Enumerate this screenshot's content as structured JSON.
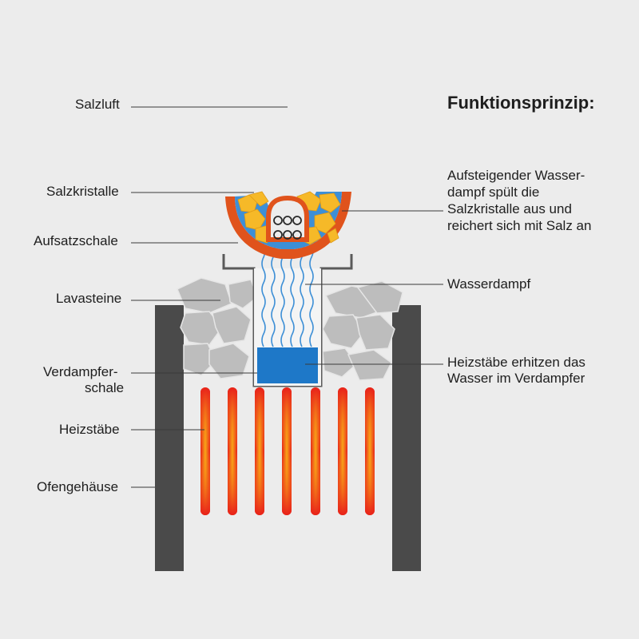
{
  "title": "Funktionsprinzip:",
  "labels_left": {
    "salzluft": "Salzluft",
    "salzkristalle": "Salzkristalle",
    "aufsatzschale": "Aufsatzschale",
    "lavasteine": "Lavasteine",
    "verdampferschale_1": "Verdampfer-",
    "verdampferschale_2": "schale",
    "heizstaebe": "Heizstäbe",
    "ofengehaeuse": "Ofengehäuse"
  },
  "labels_right": {
    "aufsteigender_1": "Aufsteigender Wasser-",
    "aufsteigender_2": "dampf spült die",
    "aufsteigender_3": "Salzkristalle aus und",
    "aufsteigender_4": "reichert sich mit Salz an",
    "wasserdampf": "Wasserdampf",
    "heizstaebe_erhitzen_1": "Heizstäbe erhitzen das",
    "heizstaebe_erhitzen_2": "Wasser im Verdampfer"
  },
  "colors": {
    "background": "#ececec",
    "housing": "#4a4a4a",
    "bowl": "#e0531c",
    "salt": "#f6b928",
    "water": "#1e78c8",
    "steam": "#3d8fd6",
    "heater_core": "#f8a518",
    "heater_edge": "#e8201a",
    "salt_air": "#b83dbd",
    "stone": "#c0c0c0"
  }
}
